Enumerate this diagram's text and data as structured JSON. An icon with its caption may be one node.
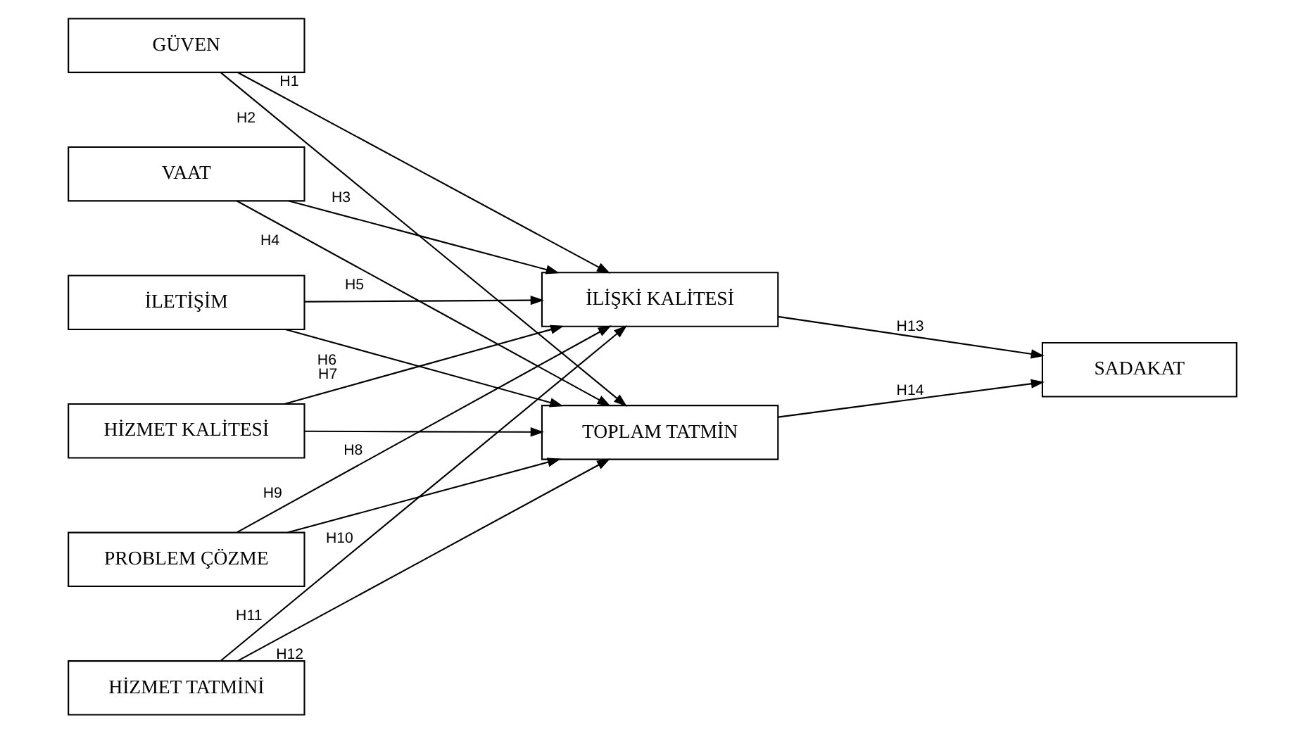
{
  "diagram": {
    "nodes": [
      {
        "text": [
          "GÜVEN"
        ]
      },
      {
        "text": [
          "VAAT"
        ]
      },
      {
        "text": [
          "İLETİŞİM"
        ]
      },
      {
        "text": [
          "HİZMET KALİTESİ"
        ]
      },
      {
        "text": [
          "PROBLEM ÇÖZME"
        ]
      },
      {
        "text": [
          "HİZMET TATMİNİ"
        ]
      },
      {
        "text": [
          "İLİŞKİ KALİTESİ"
        ]
      },
      {
        "text": [
          "TOPLAM TATMİN"
        ]
      },
      {
        "text": [
          "SADAKAT"
        ]
      }
    ],
    "edges": [
      {
        "from": 0,
        "to": 6,
        "arrow": "to",
        "label": "H1"
      },
      {
        "from": 0,
        "to": 7,
        "arrow": "to",
        "label": "H2"
      },
      {
        "from": 1,
        "to": 6,
        "arrow": "to",
        "label": "H3"
      },
      {
        "from": 1,
        "to": 7,
        "arrow": "to",
        "label": "H4"
      },
      {
        "from": 2,
        "to": 6,
        "arrow": "to",
        "label": "H5"
      },
      {
        "from": 2,
        "to": 7,
        "arrow": "to",
        "label": "H6"
      },
      {
        "from": 3,
        "to": 6,
        "arrow": "to",
        "label": "H7"
      },
      {
        "from": 3,
        "to": 7,
        "arrow": "to",
        "label": "H8"
      },
      {
        "from": 4,
        "to": 6,
        "arrow": "to",
        "label": "H9"
      },
      {
        "from": 4,
        "to": 7,
        "arrow": "to",
        "label": "H10"
      },
      {
        "from": 5,
        "to": 6,
        "arrow": "to",
        "label": "H11"
      },
      {
        "from": 5,
        "to": 7,
        "arrow": "to",
        "label": "H12"
      },
      {
        "from": 6,
        "to": 8,
        "arrow": "to",
        "label": "H13"
      },
      {
        "from": 7,
        "to": 8,
        "arrow": "to",
        "label": "H14"
      }
    ]
  }
}
